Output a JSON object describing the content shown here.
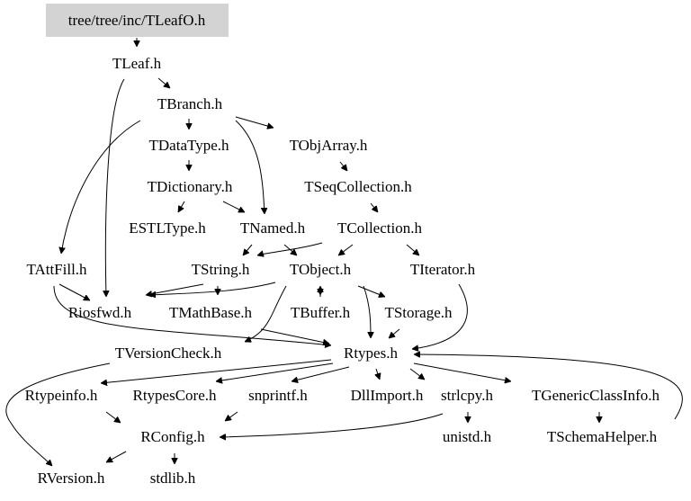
{
  "root_fill": "#d3d3d3",
  "nodes": {
    "root": "tree/tree/inc/TLeafO.h",
    "tleaf": "TLeaf.h",
    "tbranch": "TBranch.h",
    "tdatatype": "TDataType.h",
    "tobjarray": "TObjArray.h",
    "tdictionary": "TDictionary.h",
    "tseqcollection": "TSeqCollection.h",
    "estltype": "ESTLType.h",
    "tnamed": "TNamed.h",
    "tcollection": "TCollection.h",
    "tattfill": "TAttFill.h",
    "tstring": "TString.h",
    "tobject": "TObject.h",
    "titerator": "TIterator.h",
    "riosfwd": "Riosfwd.h",
    "tmathbase": "TMathBase.h",
    "tbuffer": "TBuffer.h",
    "tstorage": "TStorage.h",
    "tversioncheck": "TVersionCheck.h",
    "rtypes": "Rtypes.h",
    "rtypeinfo": "Rtypeinfo.h",
    "rtypescore": "RtypesCore.h",
    "snprintf": "snprintf.h",
    "dllimport": "DllImport.h",
    "strlcpy": "strlcpy.h",
    "tgenericclassinfo": "TGenericClassInfo.h",
    "rconfig": "RConfig.h",
    "unistd": "unistd.h",
    "tschemahelper": "TSchemaHelper.h",
    "rversion": "RVersion.h",
    "stdlib": "stdlib.h"
  }
}
